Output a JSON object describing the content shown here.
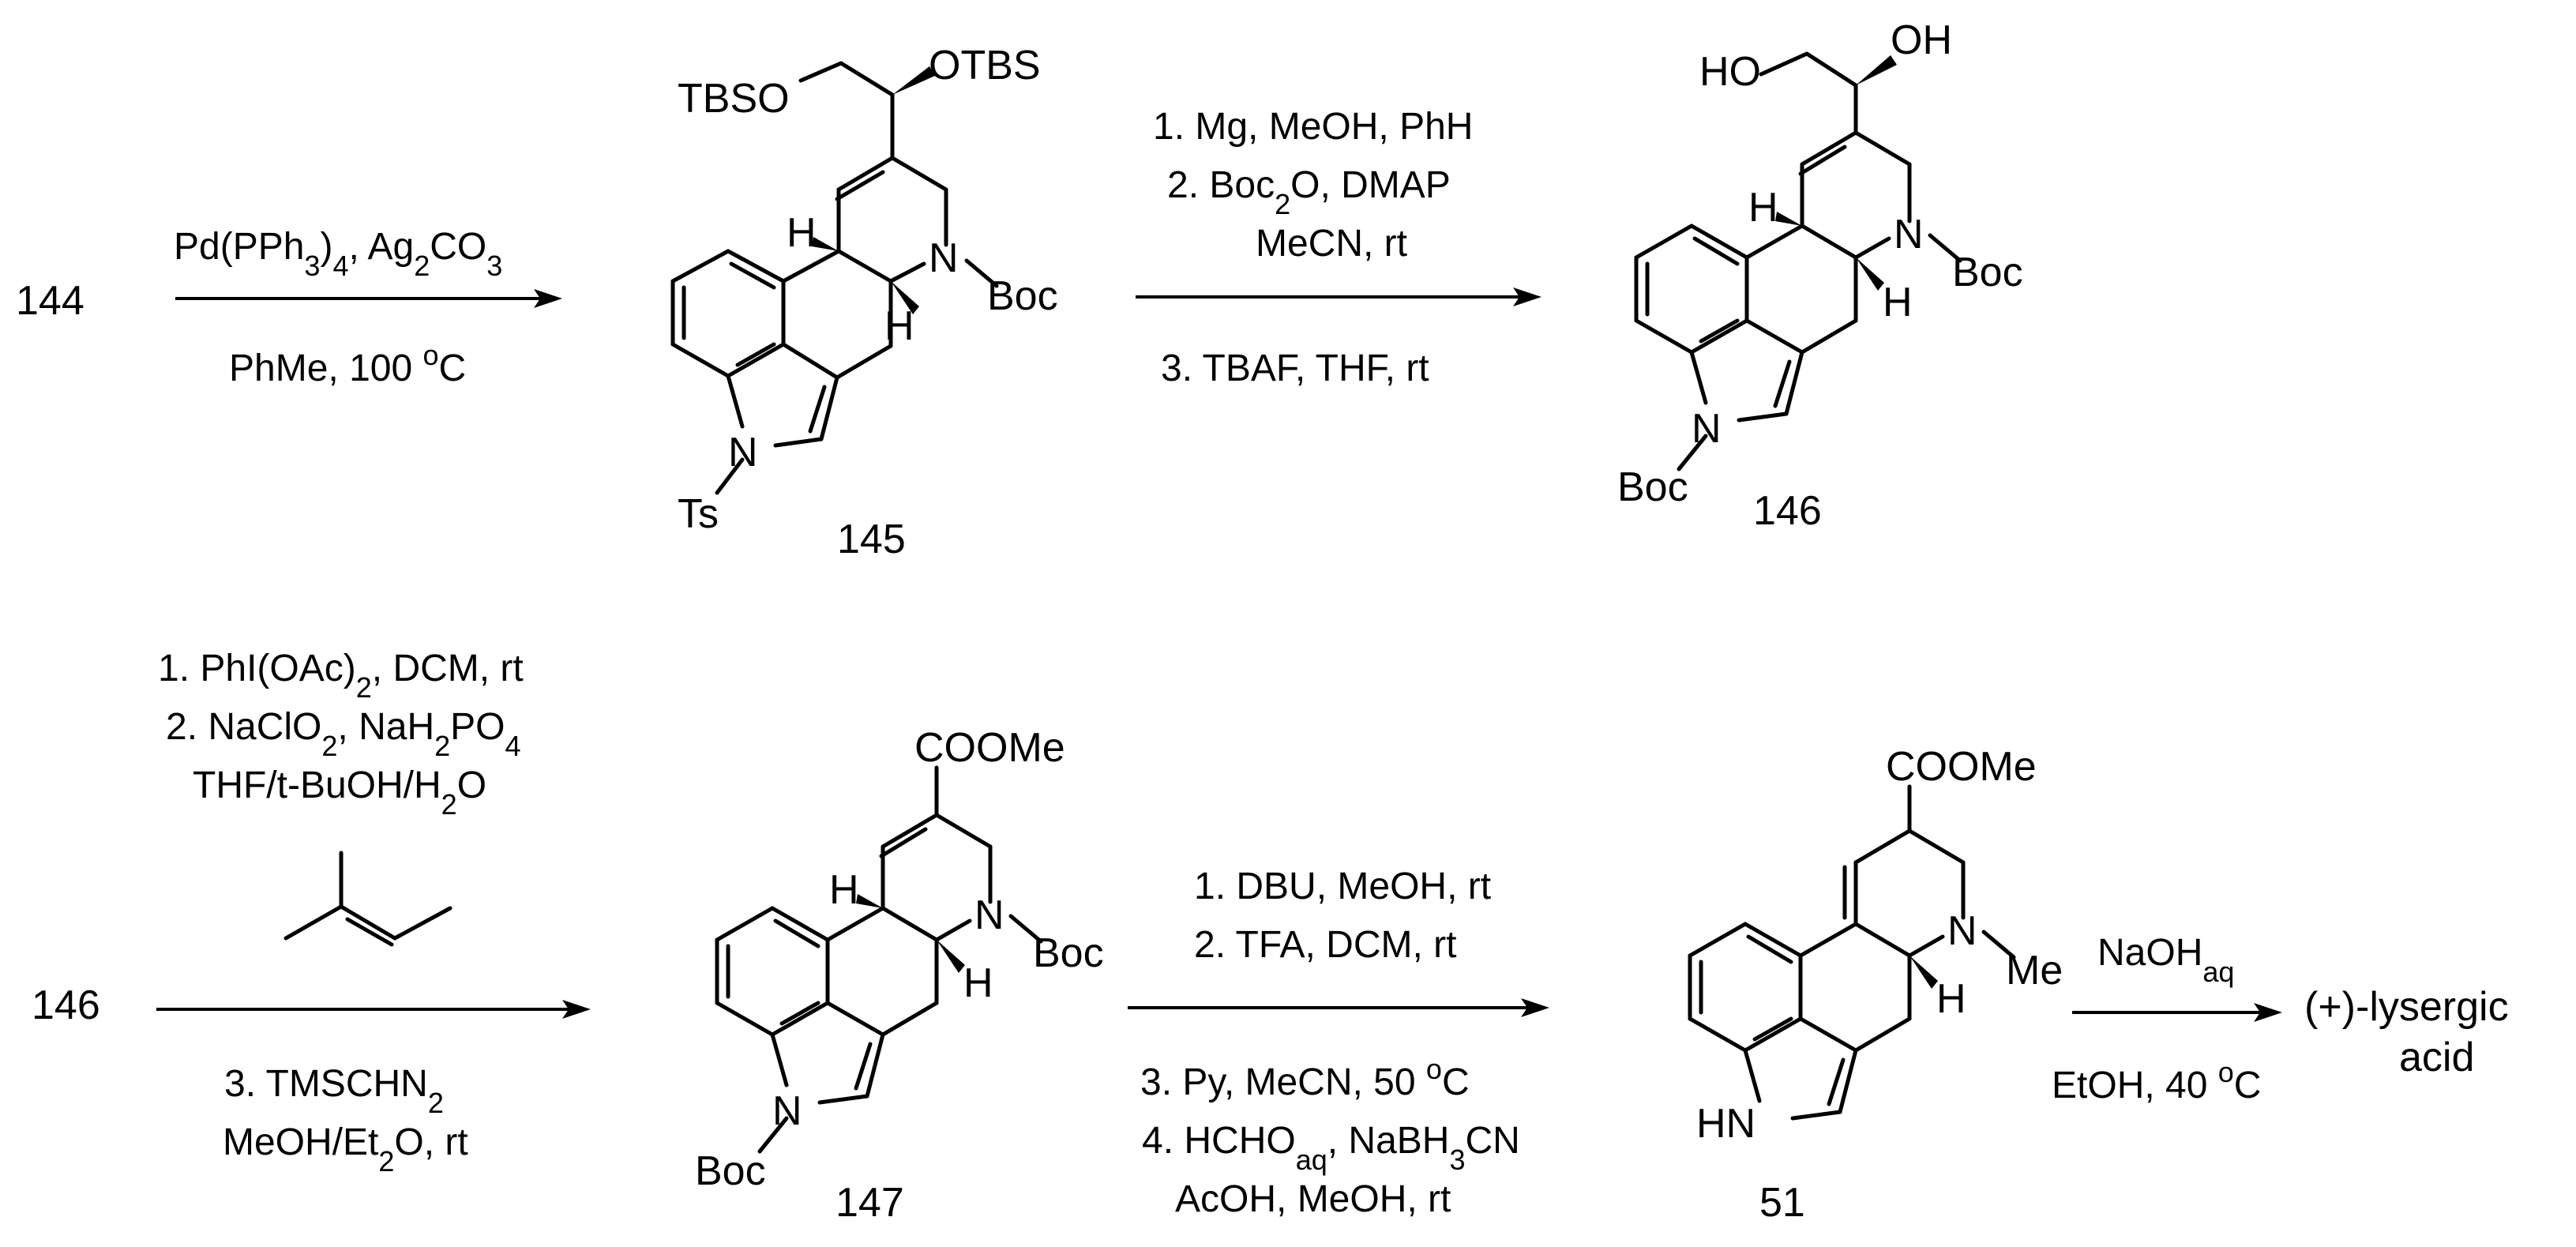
{
  "reactions": [
    {
      "reactant": "144",
      "conditions_above": [
        {
          "pre": "Pd(PPh",
          "sub1": "3",
          "mid": ")",
          "sub2": "4",
          "mid2": ", Ag",
          "sub3": "2",
          "post": "CO",
          "sub4": "3"
        }
      ],
      "conditions_below": [
        "PhMe, 100 °C"
      ],
      "product": "145"
    },
    {
      "reactant": "145",
      "conditions_above": [
        "1. Mg, MeOH, PhH",
        "2. Boc2O, DMAP",
        "MeCN, rt"
      ],
      "conditions_below": [
        "3. TBAF, THF, rt"
      ],
      "product": "146"
    },
    {
      "reactant": "146",
      "conditions_above": [
        "1. PhI(OAc)2, DCM, rt",
        "2. NaClO2, NaH2PO4",
        "THF/t-BuOH/H2O"
      ],
      "conditions_below": [
        "3. TMSCHN2",
        "MeOH/Et2O, rt"
      ],
      "product": "147"
    },
    {
      "reactant": "147",
      "conditions_above": [
        "1. DBU, MeOH, rt",
        "2. TFA, DCM, rt"
      ],
      "conditions_below": [
        "3. Py, MeCN, 50 °C",
        "4. HCHOaq, NaBH3CN",
        "AcOH, MeOH, rt"
      ],
      "product": "51"
    },
    {
      "reactant": "51",
      "conditions_above": [
        "NaOHaq"
      ],
      "conditions_below": [
        "EtOH, 40 °C"
      ],
      "product": "(+)-lysergic acid"
    }
  ],
  "labels": {
    "c144": "144",
    "c145": "145",
    "c146": "146",
    "c146b": "146",
    "c147": "147",
    "c51": "51",
    "product_line1": "(+)-lysergic",
    "product_line2": "acid"
  },
  "atoms": {
    "TBSO": "TBSO",
    "OTBS": "OTBS",
    "H": "H",
    "N": "N",
    "Boc": "Boc",
    "Ts": "Ts",
    "HO": "HO",
    "OH": "OH",
    "COOMe": "COOMe",
    "Me": "Me",
    "HN": "HN"
  },
  "conditions": {
    "r1_above": "Pd(PPh3)4, Ag2CO3",
    "r1_below": "PhMe, 100 °C",
    "r2_a1": "1. Mg, MeOH, PhH",
    "r2_a2": "2. Boc2O, DMAP",
    "r2_a3": "MeCN, rt",
    "r2_b1": "3. TBAF, THF, rt",
    "r3_a1": "1. PhI(OAc)2, DCM, rt",
    "r3_a2": "2. NaClO2, NaH2PO4",
    "r3_a3": "THF/t-BuOH/H2O",
    "r3_b1": "3. TMSCHN2",
    "r3_b2": "MeOH/Et2O, rt",
    "r4_a1": "1. DBU, MeOH, rt",
    "r4_a2": "2. TFA, DCM, rt",
    "r4_b1": "3. Py, MeCN, 50 °C",
    "r4_b2": "4. HCHOaq, NaBH3CN",
    "r4_b3": "AcOH, MeOH, rt",
    "r5_above": "NaOHaq",
    "r5_below": "EtOH, 40 °C"
  }
}
